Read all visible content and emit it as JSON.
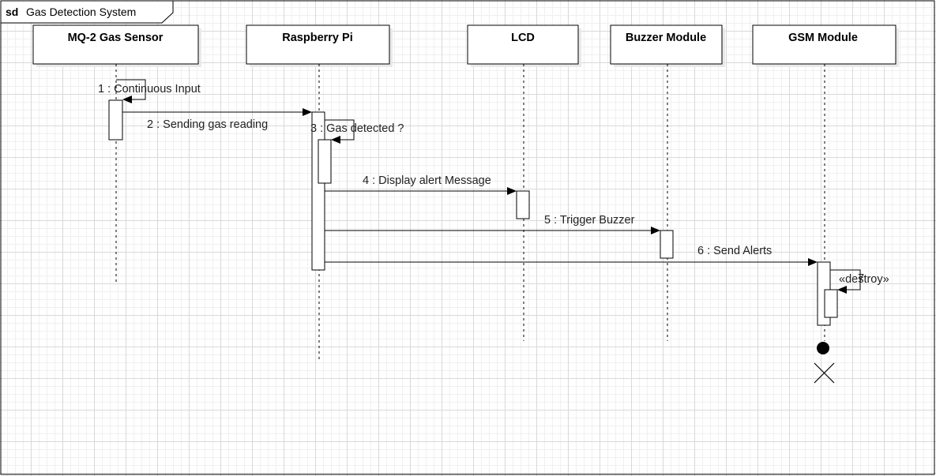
{
  "frame": {
    "keyword": "sd",
    "title": "Gas Detection System"
  },
  "participants": [
    {
      "id": "mq2",
      "name": "MQ-2 Gas Sensor"
    },
    {
      "id": "rpi",
      "name": "Raspberry Pi"
    },
    {
      "id": "lcd",
      "name": "LCD"
    },
    {
      "id": "buzzer",
      "name": "Buzzer Module"
    },
    {
      "id": "gsm",
      "name": "GSM Module"
    }
  ],
  "messages": [
    {
      "id": "m1",
      "label": "1 : Continuous Input",
      "from": "mq2",
      "to": "mq2",
      "kind": "self"
    },
    {
      "id": "m2",
      "label": "2 : Sending gas reading",
      "from": "mq2",
      "to": "rpi",
      "kind": "sync"
    },
    {
      "id": "m3",
      "label": "3 : Gas detected ?",
      "from": "rpi",
      "to": "rpi",
      "kind": "self"
    },
    {
      "id": "m4",
      "label": "4 : Display alert Message",
      "from": "rpi",
      "to": "lcd",
      "kind": "sync"
    },
    {
      "id": "m5",
      "label": "5 : Trigger Buzzer",
      "from": "rpi",
      "to": "buzzer",
      "kind": "sync"
    },
    {
      "id": "m6",
      "label": "6 : Send Alerts",
      "from": "rpi",
      "to": "gsm",
      "kind": "sync"
    },
    {
      "id": "m7",
      "label": "7",
      "from": "gsm",
      "to": "gsm",
      "kind": "self"
    },
    {
      "id": "m7s",
      "label": "«destroy»",
      "from": "gsm",
      "to": "gsm",
      "kind": "stereotype"
    }
  ],
  "colors": {
    "line": "#000000",
    "box_fill": "#ffffff",
    "shadow": "#e6e6e6",
    "text": "#222222"
  }
}
